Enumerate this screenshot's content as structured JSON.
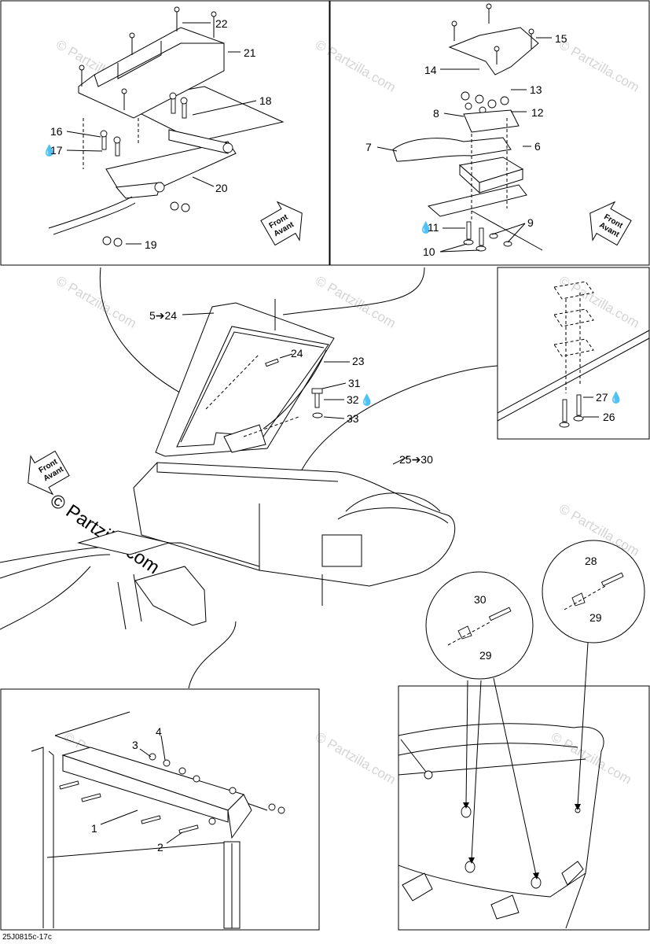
{
  "watermark": {
    "main": "© Partzilla.com",
    "small": "© Partzilla.com"
  },
  "front_arrow": {
    "line1": "Front",
    "line2": "Avant"
  },
  "labels": {
    "l1": "1",
    "l2": "2",
    "l3": "3",
    "l4": "4",
    "l5_24": "5➔24",
    "l6": "6",
    "l7": "7",
    "l8": "8",
    "l9": "9",
    "l10": "10",
    "l11": "11",
    "l12": "12",
    "l13": "13",
    "l14": "14",
    "l15": "15",
    "l16": "16",
    "l17": "17",
    "l18": "18",
    "l19": "19",
    "l20": "20",
    "l21": "21",
    "l22": "22",
    "l23": "23",
    "l24": "24",
    "l25_30": "25➔30",
    "l26": "26",
    "l27": "27",
    "l28": "28",
    "l29a": "29",
    "l29b": "29",
    "l30": "30",
    "l31": "31",
    "l32": "32",
    "l33": "33"
  },
  "drawing_code": "25J0815c-17c"
}
